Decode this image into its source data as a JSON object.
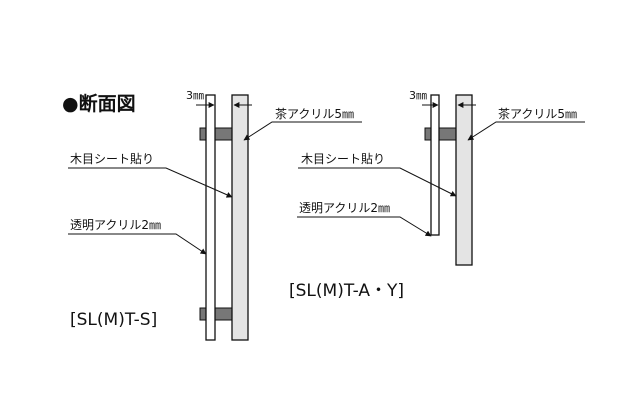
{
  "section_title": "●断面図",
  "left": {
    "dim_label": "3㎜",
    "label_brown_acrylic": "茶アクリル5㎜",
    "label_woodgrain": "木目シート貼り",
    "label_clear_acrylic": "透明アクリル2㎜",
    "model": "[SL(M)T-S]"
  },
  "right": {
    "dim_label": "3㎜",
    "label_brown_acrylic": "茶アクリル5㎜",
    "label_woodgrain": "木目シート貼り",
    "label_clear_acrylic": "透明アクリル2㎜",
    "model": "[SL(M)T-A・Y]"
  },
  "colors": {
    "line": "#111111",
    "brown_panel_fill": "#e4e4e4",
    "spacer_fill": "#777777"
  }
}
